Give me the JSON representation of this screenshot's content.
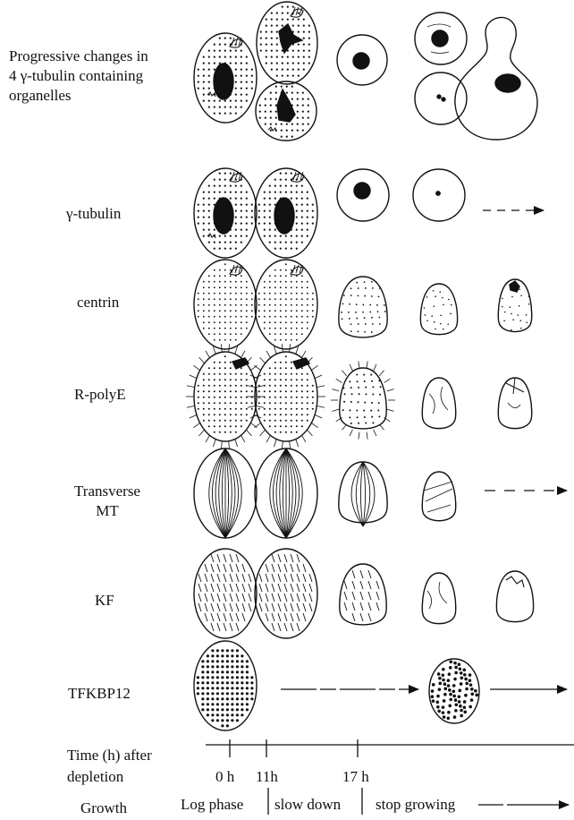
{
  "labels": {
    "progressive_line1": "Progressive changes  in",
    "progressive_line2": "4 γ-tubulin containing",
    "progressive_line3": "organelles",
    "gamma": "γ-tubulin",
    "centrin": "centrin",
    "rpolye": "R-polyE",
    "transverse1": "Transverse",
    "transverse2": "MT",
    "kf": "KF",
    "tfkbp": "TFKBP12"
  },
  "timeline": {
    "label1": "Time (h) after",
    "label2": "depletion",
    "t0": "0 h",
    "t11": "11h",
    "t17": "17 h"
  },
  "growth": {
    "label": "Growth",
    "log": "Log phase",
    "slow": "slow down",
    "stop": "stop growing"
  }
}
